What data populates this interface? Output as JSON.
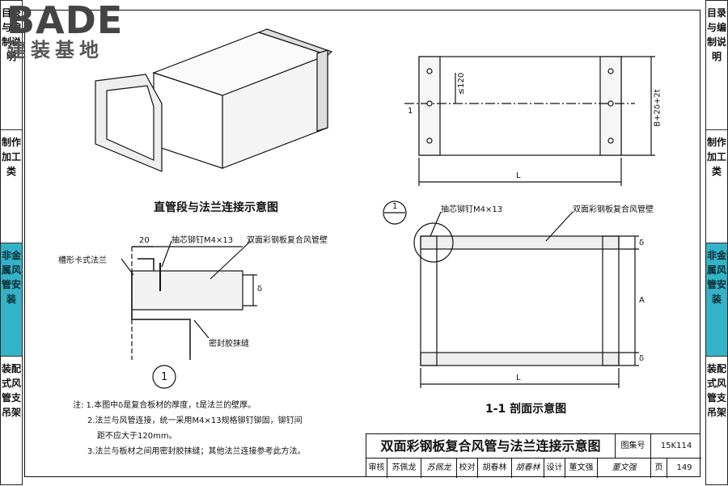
{
  "logo": {
    "main": "BADE",
    "sub": "建装基地"
  },
  "left_tabs": [
    {
      "label": "目录与编制说明",
      "highlight": false
    },
    {
      "label": "制作加工类",
      "highlight": false
    },
    {
      "label": "非金属风管安装",
      "highlight": true
    },
    {
      "label": "装配式风管支吊架",
      "highlight": false
    }
  ],
  "right_tabs": [
    {
      "label": "目录与编制说明",
      "highlight": false
    },
    {
      "label": "制作加工类",
      "highlight": false
    },
    {
      "label": "非金属风管安装",
      "highlight": true
    },
    {
      "label": "装配式风管支吊架",
      "highlight": false
    }
  ],
  "top_left": {
    "caption": "直管段与法兰连接示意图"
  },
  "top_right": {
    "dim_120": "≤120",
    "section_mark": "1",
    "dim_height": "B+2δ+2t",
    "dim_L": "L"
  },
  "detail": {
    "dim_20": "20",
    "rivet": "抽芯铆钉M4×13",
    "wall": "双面彩钢板复合风管壁",
    "flange": "槽形卡式法兰",
    "delta": "δ",
    "seal": "密封胶抹缝",
    "callout": "1"
  },
  "section": {
    "callout": "1",
    "rivet": "抽芯铆钉M4×13",
    "wall": "双面彩钢板复合风管壁",
    "delta_top": "δ",
    "A": "A",
    "delta_bottom": "δ",
    "L": "L",
    "caption": "1-1  剖面示意图"
  },
  "notes": [
    "注: 1.本图中δ是复合板材的厚度，t是法兰的壁厚。",
    "2.法兰与风管连接，统一采用M4×13规格铆钉铆固，铆钉间",
    "距不应大于120mm。",
    "3.法兰与板材之间用密封胶抹缝；其他法兰连接参考此方法。"
  ],
  "title_block": {
    "title": "双面彩钢板复合风管与法兰连接示意图",
    "atlas_label": "图集号",
    "atlas_no": "15K114",
    "review_label": "审核",
    "reviewer": "苏佩龙",
    "reviewer_sign": "苏佩龙",
    "check_label": "校对",
    "checker": "胡春林",
    "checker_sign": "胡春林",
    "design_label": "设计",
    "designer": "董文强",
    "designer_sign": "董文强",
    "page_label": "页",
    "page_no": "149"
  }
}
